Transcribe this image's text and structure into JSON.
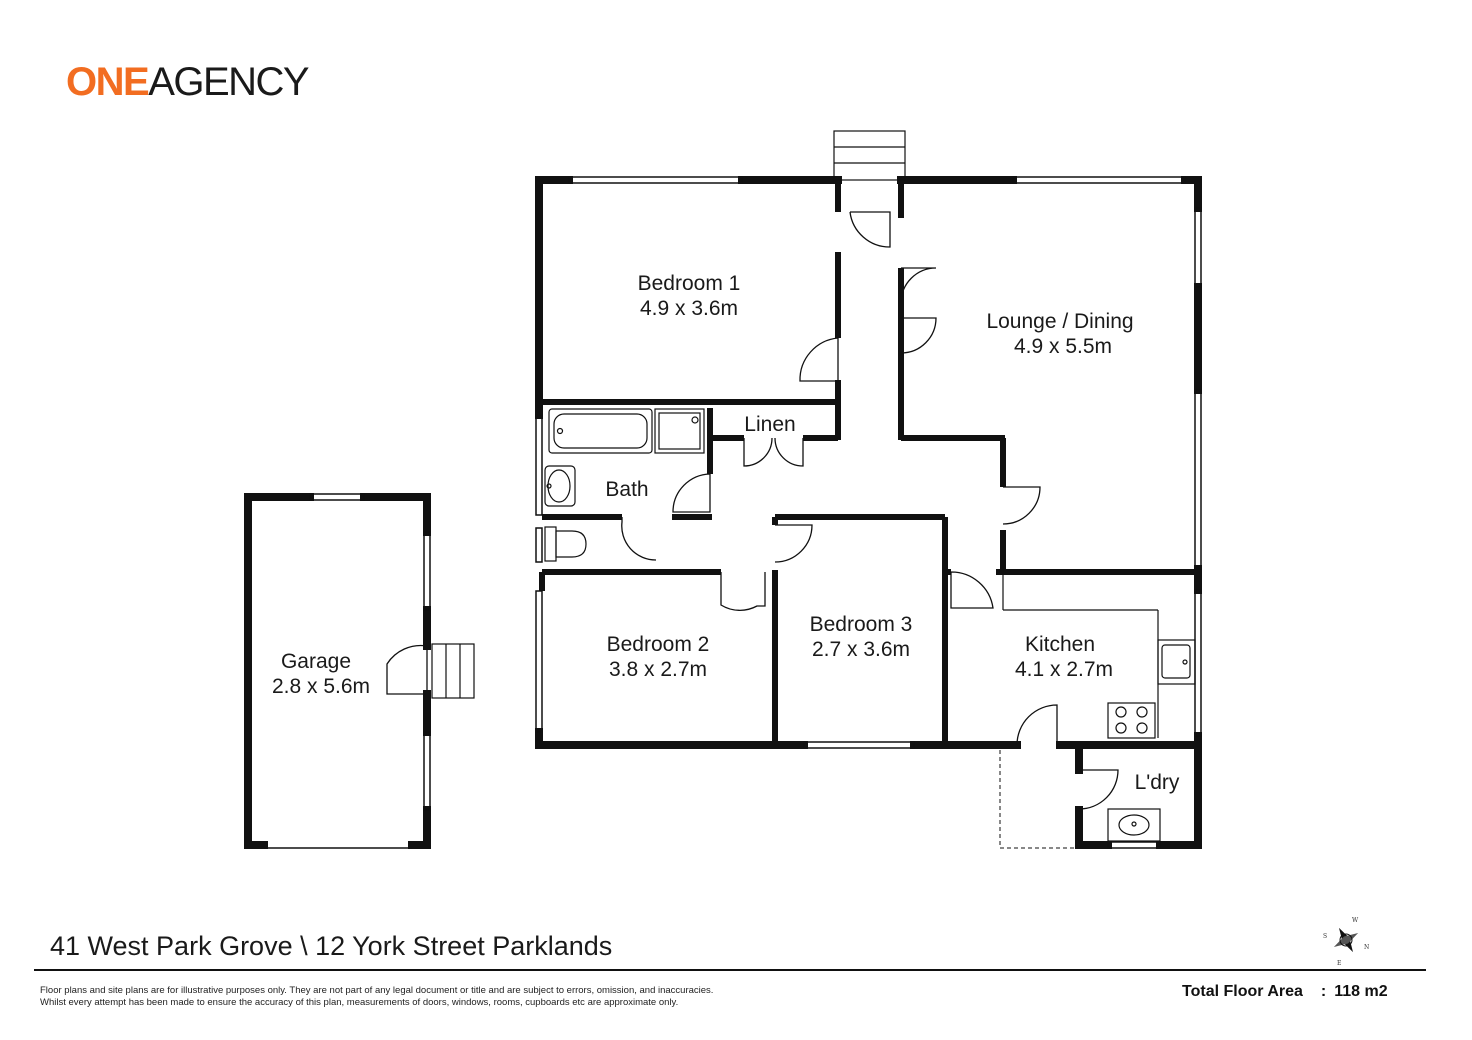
{
  "brand": {
    "logo_one": "ONE",
    "logo_agency": "AGENCY",
    "accent": "#f26d21"
  },
  "address": "41 West Park Grove \\ 12 York Street Parklands",
  "disclaimer": {
    "line1": "Floor plans and site plans are for illustrative purposes only. They are not part of any legal document or title and are subject to errors, omission, and inaccuracies.",
    "line2": "Whilst every attempt has been made to ensure the accuracy of this plan, measurements of doors, windows, rooms, cupboards etc are approximate only."
  },
  "total_floor_area": {
    "label": "Total Floor Area",
    "value": "118 m2"
  },
  "compass": {
    "n": "N",
    "s": "S",
    "e": "E",
    "w": "W"
  },
  "rooms": {
    "bedroom1": {
      "name": "Bedroom 1",
      "size": "4.9 x 3.6m"
    },
    "lounge": {
      "name": "Lounge / Dining",
      "size": "4.9 x 5.5m"
    },
    "linen": {
      "name": "Linen"
    },
    "bath": {
      "name": "Bath"
    },
    "bedroom2": {
      "name": "Bedroom 2",
      "size": "3.8 x 2.7m"
    },
    "bedroom3": {
      "name": "Bedroom 3",
      "size": "2.7 x 3.6m"
    },
    "kitchen": {
      "name": "Kitchen",
      "size": "4.1 x 2.7m"
    },
    "laundry": {
      "name": "L'dry"
    },
    "garage": {
      "name": "Garage",
      "size": "2.8 x 5.6m"
    }
  }
}
